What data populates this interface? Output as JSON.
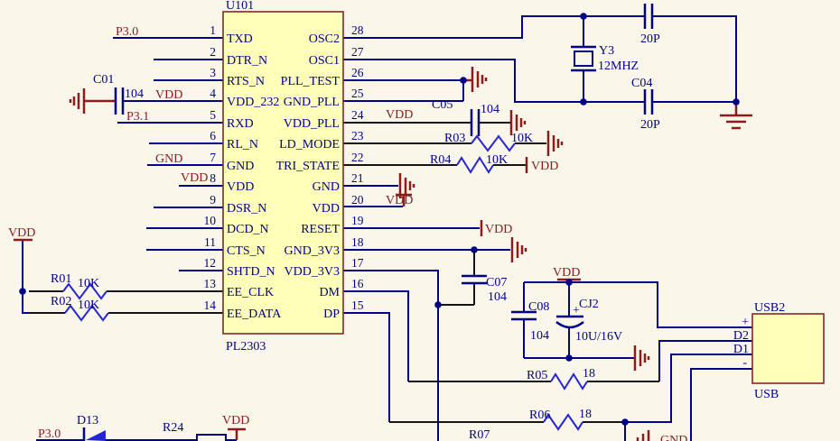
{
  "ic": {
    "ref": "U101",
    "part": "PL2303",
    "left_pins": [
      {
        "n": "1",
        "name": "TXD"
      },
      {
        "n": "2",
        "name": "DTR_N"
      },
      {
        "n": "3",
        "name": "RTS_N"
      },
      {
        "n": "4",
        "name": "VDD_232"
      },
      {
        "n": "5",
        "name": "RXD"
      },
      {
        "n": "6",
        "name": "RL_N"
      },
      {
        "n": "7",
        "name": "GND"
      },
      {
        "n": "8",
        "name": "VDD"
      },
      {
        "n": "9",
        "name": "DSR_N"
      },
      {
        "n": "10",
        "name": "DCD_N"
      },
      {
        "n": "11",
        "name": "CTS_N"
      },
      {
        "n": "12",
        "name": "SHTD_N"
      },
      {
        "n": "13",
        "name": "EE_CLK"
      },
      {
        "n": "14",
        "name": "EE_DATA"
      }
    ],
    "right_pins": [
      {
        "n": "28",
        "name": "OSC2"
      },
      {
        "n": "27",
        "name": "OSC1"
      },
      {
        "n": "26",
        "name": "PLL_TEST"
      },
      {
        "n": "25",
        "name": "GND_PLL"
      },
      {
        "n": "24",
        "name": "VDD_PLL"
      },
      {
        "n": "23",
        "name": "LD_MODE"
      },
      {
        "n": "22",
        "name": "TRI_STATE"
      },
      {
        "n": "21",
        "name": "GND"
      },
      {
        "n": "20",
        "name": "VDD"
      },
      {
        "n": "19",
        "name": "RESET"
      },
      {
        "n": "18",
        "name": "GND_3V3"
      },
      {
        "n": "17",
        "name": "VDD_3V3"
      },
      {
        "n": "16",
        "name": "DM"
      },
      {
        "n": "15",
        "name": "DP"
      }
    ]
  },
  "nets": {
    "p30": "P3.0",
    "p31": "P3.1",
    "vdd": "VDD",
    "gnd": "GND"
  },
  "parts": {
    "c01": {
      "ref": "C01",
      "v": "104"
    },
    "ctop": {
      "v": "20P"
    },
    "y3": {
      "ref": "Y3",
      "v": "12MHZ"
    },
    "c04": {
      "ref": "C04",
      "v": "20P"
    },
    "c05": {
      "ref": "C05",
      "v": "104"
    },
    "r03": {
      "ref": "R03",
      "v": "10K"
    },
    "r04": {
      "ref": "R04",
      "v": "10K"
    },
    "c07": {
      "ref": "C07",
      "v": "104"
    },
    "c08": {
      "ref": "C08",
      "v": "104"
    },
    "cj2": {
      "ref": "CJ2",
      "v": "10U/16V",
      "plus": "+"
    },
    "r01": {
      "ref": "R01",
      "v": "10K"
    },
    "r02": {
      "ref": "R02",
      "v": "10K"
    },
    "r05": {
      "ref": "R05",
      "v": "18"
    },
    "r06": {
      "ref": "R06",
      "v": "18"
    },
    "r07": {
      "ref": "R07"
    },
    "d13": {
      "ref": "D13"
    },
    "r24": {
      "ref": "R24"
    }
  },
  "usb": {
    "ref": "USB2",
    "name": "USB",
    "pin_plus": "+",
    "pin_d2": "D2",
    "pin_d1": "D1",
    "pin_minus": "-"
  },
  "colors": {
    "wire": "#00008b",
    "label_red": "#8e1a1a",
    "zigzag": "#2424d8",
    "part_fill": "#ffffb9"
  }
}
